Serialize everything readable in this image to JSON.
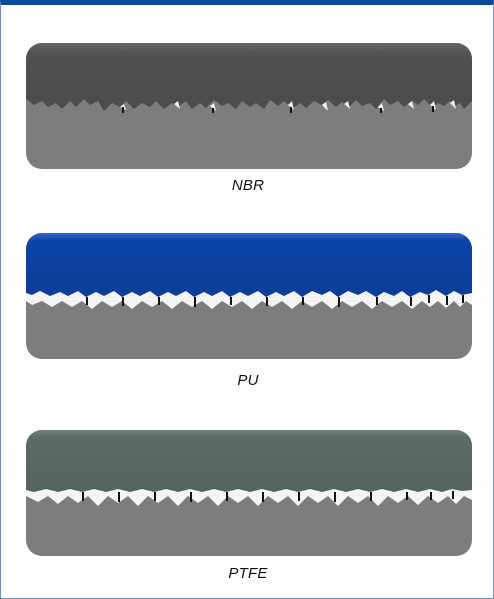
{
  "figure": {
    "border_color": "#0b4a9c",
    "shaft_color": "#7c7d7c",
    "panels": [
      {
        "id": "nbr",
        "label": "NBR",
        "seal_color": "#505150",
        "seal_top_color": "#5d5e5d",
        "contact": "rough"
      },
      {
        "id": "pu",
        "label": "PU",
        "seal_color": "#0d44a6",
        "seal_top_color": "#2257b8",
        "contact": "gaps"
      },
      {
        "id": "ptfe",
        "label": "PTFE",
        "seal_color": "#5d6b66",
        "seal_top_color": "#6b7873",
        "contact": "gaps"
      }
    ]
  }
}
